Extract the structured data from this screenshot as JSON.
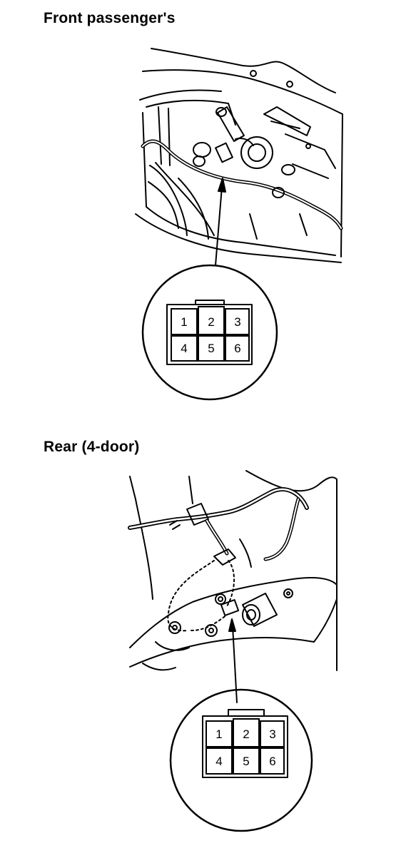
{
  "sections": [
    {
      "title": "Front passenger's",
      "connector_pins": [
        "1",
        "2",
        "3",
        "4",
        "5",
        "6"
      ]
    },
    {
      "title": "Rear (4-door)",
      "connector_pins": [
        "1",
        "2",
        "3",
        "4",
        "5",
        "6"
      ]
    }
  ],
  "colors": {
    "ink": "#000000",
    "paper": "#ffffff"
  },
  "icons": [
    "door-panel-illustration",
    "window-motor-illustration",
    "connector-face-icon"
  ]
}
